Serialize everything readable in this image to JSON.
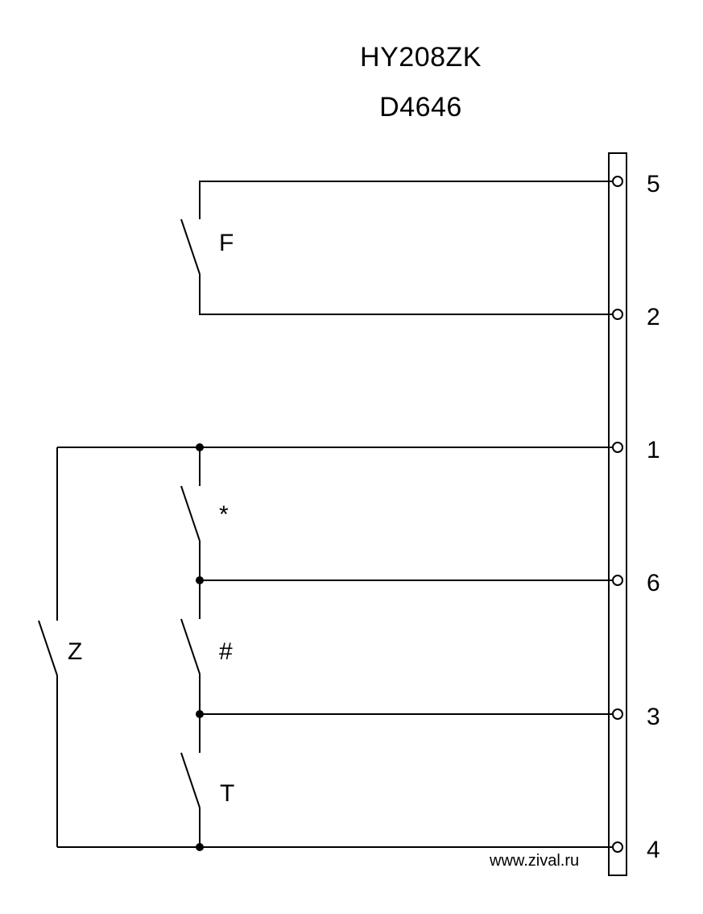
{
  "title": {
    "model": "HY208ZK",
    "code": "D4646"
  },
  "terminals": [
    {
      "label": "5"
    },
    {
      "label": "2"
    },
    {
      "label": "1"
    },
    {
      "label": "6"
    },
    {
      "label": "3"
    },
    {
      "label": "4"
    }
  ],
  "switches": {
    "f": "F",
    "star": "*",
    "hash": "#",
    "t": "T",
    "z": "Z"
  },
  "watermark": "www.zival.ru",
  "colors": {
    "line": "#000000",
    "background": "#ffffff"
  }
}
